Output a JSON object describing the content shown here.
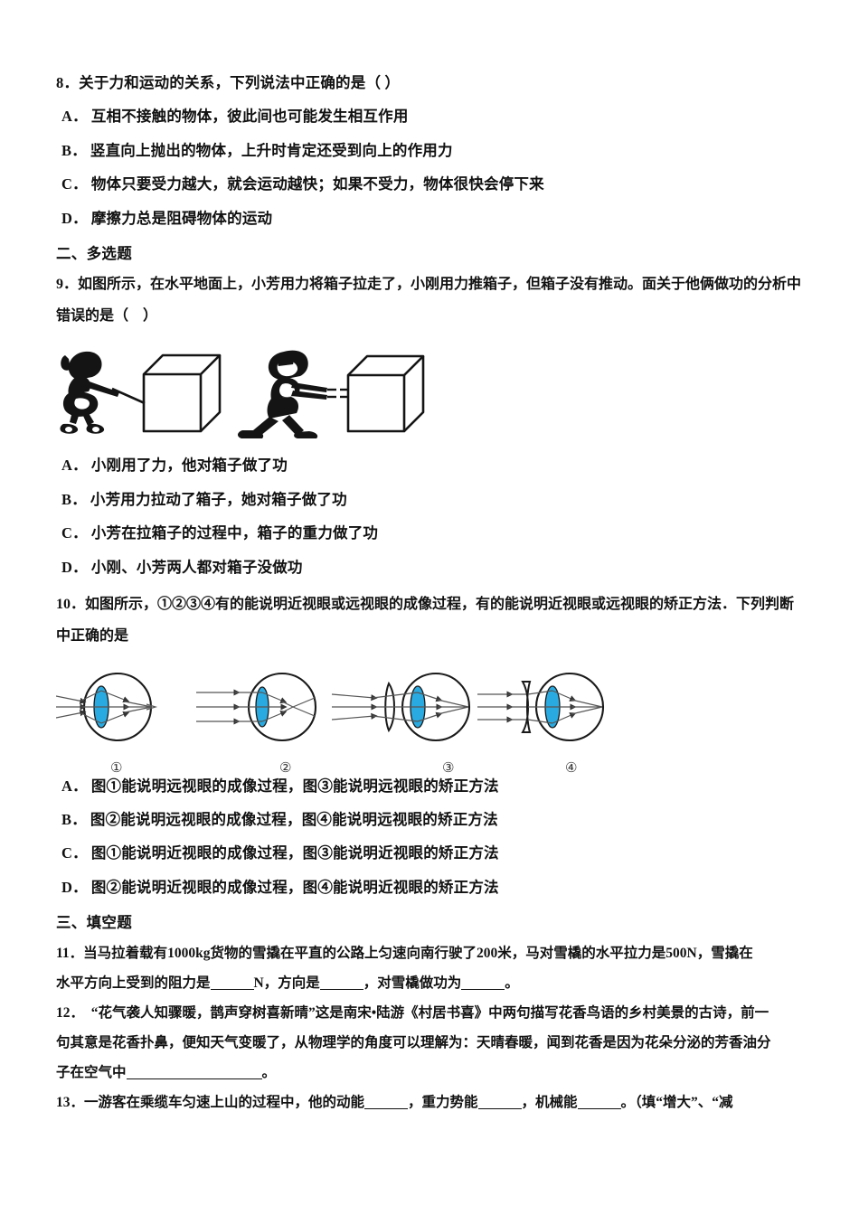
{
  "document": {
    "type": "physics-exam-paper",
    "language": "zh-CN"
  },
  "questions": [
    {
      "number": "8",
      "stem": "8．关于力和运动的关系，下列说法中正确的是（        ）",
      "options": [
        {
          "label": "A．",
          "text": "互相不接触的物体，彼此间也可能发生相互作用"
        },
        {
          "label": "B．",
          "text": "竖直向上抛出的物体，上升时肯定还受到向上的作用力"
        },
        {
          "label": "C．",
          "text": "物体只要受力越大，就会运动越快；如果不受力，物体很快会停下来"
        },
        {
          "label": "D．",
          "text": "摩擦力总是阻碍物体的运动"
        }
      ]
    }
  ],
  "section_two": {
    "heading": "二、多选题",
    "q9": {
      "stem_line1": "9．如图所示，在水平地面上，小芳用力将箱子拉走了，小刚用力推箱子，但箱子没有推动。面关于他俩做功的分析中",
      "stem_line2": "错误的是（　）",
      "figure_caption": "",
      "options": [
        {
          "label": "A．",
          "text": "小刚用了力，他对箱子做了功"
        },
        {
          "label": "B．",
          "text": "小芳用力拉动了箱子，她对箱子做了功"
        },
        {
          "label": "C．",
          "text": "小芳在拉箱子的过程中，箱子的重力做了功"
        },
        {
          "label": "D．",
          "text": "小刚、小芳两人都对箱子没做功"
        }
      ]
    },
    "q10": {
      "stem_line1": "10．如图所示，①②③④有的能说明近视眼或远视眼的成像过程，有的能说明近视眼或远视眼的矫正方法．下列判断",
      "stem_line2": "中正确的是",
      "diagram_labels": [
        "①",
        "②",
        "③",
        "④"
      ],
      "options": [
        {
          "label": "A．",
          "text": "图①能说明远视眼的成像过程，图③能说明远视眼的矫正方法"
        },
        {
          "label": "B．",
          "text": "图②能说明远视眼的成像过程，图④能说明远视眼的矫正方法"
        },
        {
          "label": "C．",
          "text": "图①能说明近视眼的成像过程，图③能说明近视眼的矫正方法"
        },
        {
          "label": "D．",
          "text": "图②能说明近视眼的成像过程，图④能说明近视眼的矫正方法"
        }
      ]
    }
  },
  "section_three": {
    "heading": "三、填空题",
    "q11": {
      "line1": "11．当马拉着载有1000kg货物的雪撬在平直的公路上匀速向南行驶了200米，马对雪橇的水平拉力是500N，雪撬在",
      "line2_part1": "水平方向上受到的阻力是",
      "line2_part2": "N，方向是",
      "line2_part3": "，对雪橇做功为",
      "line2_part4": "。"
    },
    "q12": {
      "line1": "12．　“花气袭人知骤暖，鹊声穿树喜新晴”这是南宋•陆游《村居书喜》中两句描写花香鸟语的乡村美景的古诗，前一",
      "line2": "句其意是花香扑鼻，便知天气变暖了，从物理学的角度可以理解为：天晴春暖，闻到花香是因为花朵分泌的芳香油分",
      "line3_part1": "子在空气中",
      "line3_part2": "。"
    },
    "q13": {
      "part1": "13．一游客在乘缆车匀速上山的过程中，他的动能",
      "part2": "，重力势能",
      "part3": "，机械能",
      "part4": "。（填“增大”、“减"
    }
  },
  "colors": {
    "lens_fill": "#29ABE2",
    "ink": "#111111",
    "ray": "#5a5a5a"
  }
}
